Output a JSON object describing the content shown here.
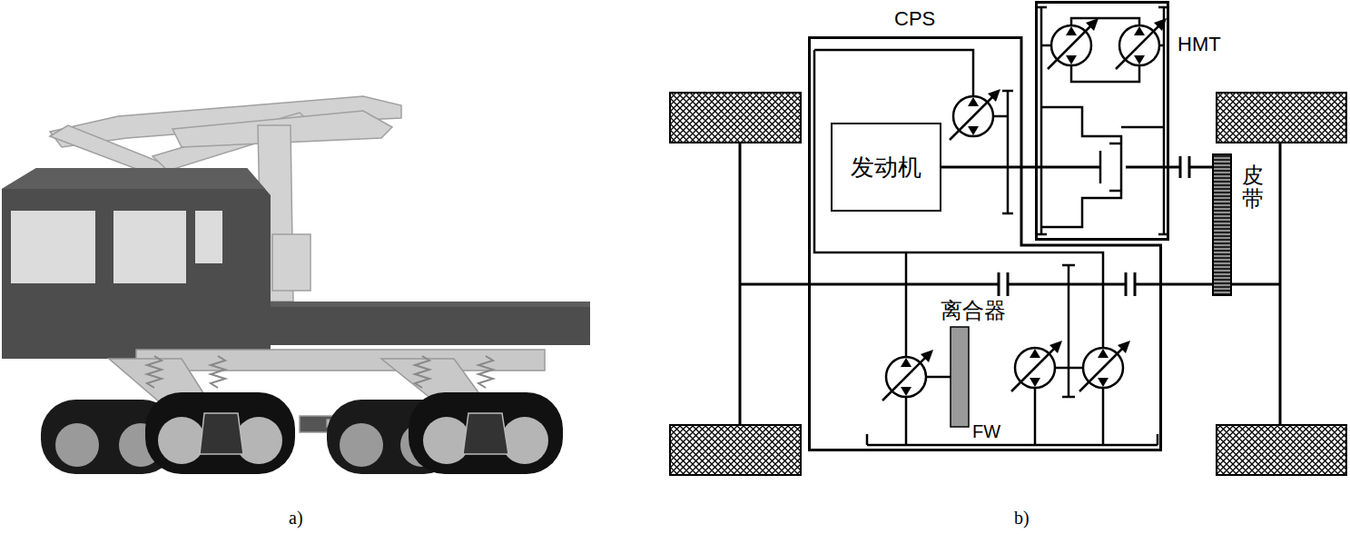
{
  "diagram": {
    "nodes": [
      {
        "text": [
          "CPS"
        ]
      },
      {
        "text": [
          "发动机"
        ],
        "in": 0
      },
      {
        "text": [
          "HMT"
        ]
      }
    ],
    "edges": [
      {
        "from": 1,
        "to": 2,
        "arrow": "none"
      }
    ],
    "labels": [
      "离合器",
      "FW",
      "皮带",
      "a)",
      "b)"
    ]
  }
}
